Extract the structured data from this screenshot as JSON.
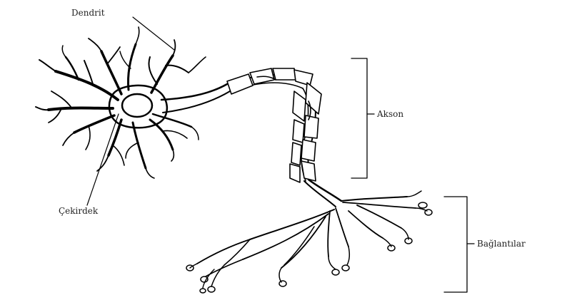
{
  "diagram": {
    "labels": {
      "dendrite": "Dendrit",
      "nucleus": "Çekirdek",
      "axon": "Akson",
      "terminals": "Bağlantılar"
    },
    "parts": [
      "soma",
      "nucleus",
      "dendrites",
      "axon",
      "myelin-sheath",
      "axon-terminals"
    ],
    "colors": {
      "ink": "#000000",
      "background": "#ffffff",
      "label": "#222222"
    }
  }
}
